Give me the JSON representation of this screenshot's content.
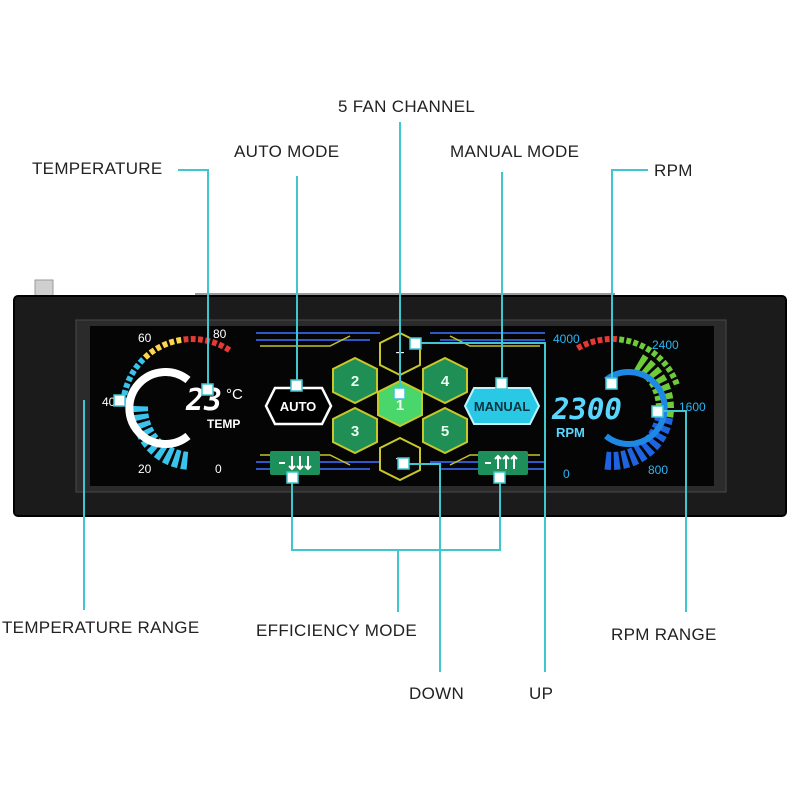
{
  "labels": {
    "fan_channel": "5 FAN CHANNEL",
    "auto_mode": "AUTO MODE",
    "manual_mode": "MANUAL MODE",
    "temperature": "TEMPERATURE",
    "rpm": "RPM",
    "temperature_range": "TEMPERATURE RANGE",
    "efficiency_mode": "EFFICIENCY MODE",
    "rpm_range": "RPM RANGE",
    "down": "DOWN",
    "up": "UP"
  },
  "temp_gauge": {
    "ticks": [
      "60",
      "80",
      "40",
      "20",
      "0"
    ],
    "reading": "23",
    "unit": "°C",
    "caption": "TEMP"
  },
  "controls": {
    "auto": "AUTO",
    "manual": "MANUAL",
    "plus": "+",
    "minus": "−",
    "channels": [
      "1",
      "2",
      "3",
      "4",
      "5"
    ]
  },
  "rpm_gauge": {
    "ticks": [
      "4000",
      "2400",
      "1600",
      "800",
      "0"
    ],
    "reading": "2300",
    "caption": "RPM"
  },
  "colors": {
    "callout_line": "#3fc6cf",
    "panel": "#141414",
    "lcd": "#050505",
    "hex_active": "#49d66a",
    "hex_idle": "#1f8f55",
    "auto_btn": "#ffffff",
    "manual_btn": "#29c9e6",
    "temp_arc_top": "#e53935",
    "temp_arc_mid": "#ffd54f",
    "temp_arc_low": "#39c4ee",
    "rpm_arc_green": "#6dcc38",
    "rpm_arc_blue": "#1e63e0"
  }
}
